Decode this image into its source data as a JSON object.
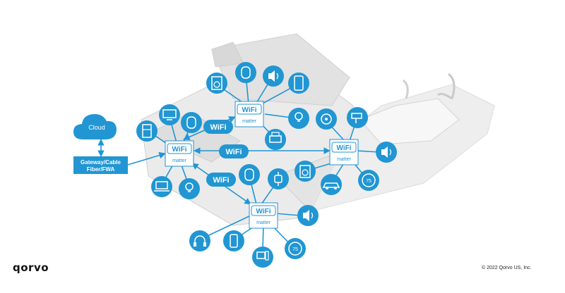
{
  "brand": {
    "name": "qorvo",
    "copyright": "© 2022 Qorvo US, Inc."
  },
  "cloud": {
    "label": "Cloud"
  },
  "gateway": {
    "line1": "Gateway/Cable",
    "line2": "Fiber/FWA"
  },
  "hub": {
    "wifi_label": "WiFi",
    "matter_label": "matter"
  },
  "wifi_badge": {
    "label": "WiFi"
  },
  "thermostat": {
    "value": "75"
  },
  "colors": {
    "accent": "#2196d3",
    "house": "#e9e9e9",
    "house_line": "#c9c9c9",
    "link": "#2196d3"
  }
}
